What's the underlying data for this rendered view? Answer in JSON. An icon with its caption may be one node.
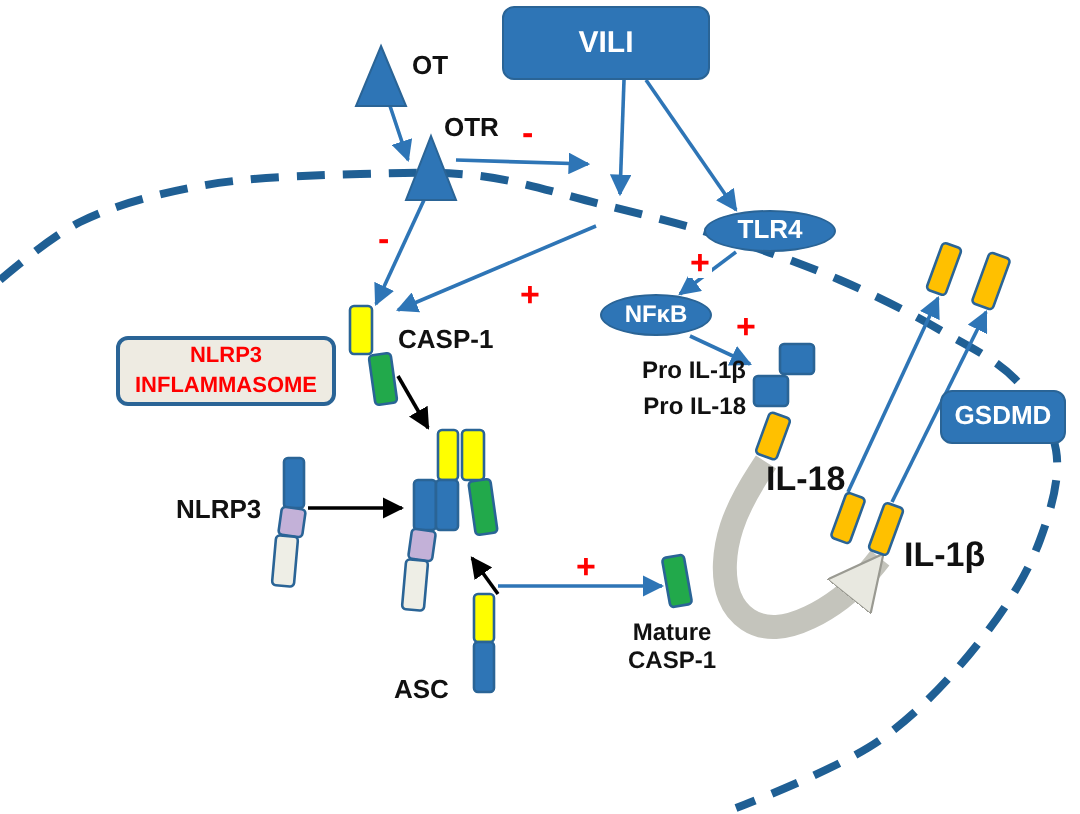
{
  "diagram": {
    "nodes": [
      {
        "text": [
          "VILI"
        ]
      },
      {
        "text": [],
        "shape": "triangle",
        "beside": [
          "OT"
        ]
      },
      {
        "text": [],
        "shape": "triangle",
        "beside": [
          "OTR"
        ]
      },
      {
        "text": [
          "TLR4"
        ]
      },
      {
        "text": [
          "NFκB"
        ]
      },
      {
        "text": [],
        "shape": "bar",
        "beside": [
          "CASP-1"
        ]
      },
      {
        "text": [
          "NLRP3 INFLAMMASOME"
        ]
      },
      {
        "text": [],
        "shape": "bar",
        "beside": [
          "NLRP3"
        ]
      },
      {
        "text": [],
        "shape": "bar"
      },
      {
        "text": [],
        "shape": "bar",
        "beside": [
          "ASC"
        ]
      },
      {
        "text": [],
        "shape": "bar",
        "beside": [
          "Mature CASP-1"
        ]
      },
      {
        "text": [],
        "shape": "box",
        "beside": [
          "Pro IL-1β",
          "Pro IL-18"
        ]
      },
      {
        "text": [],
        "shape": "bar",
        "beside": [
          "IL-18"
        ]
      },
      {
        "text": [],
        "shape": "bar",
        "beside": [
          "IL-1β"
        ]
      },
      {
        "text": [],
        "shape": "bar"
      },
      {
        "text": [],
        "shape": "bar"
      },
      {
        "text": [
          "GSDMD"
        ]
      }
    ],
    "edges": [
      {
        "from": 1,
        "to": 2,
        "arrow": "to"
      },
      {
        "from": 2,
        "to": null,
        "arrow": "to",
        "label": "-"
      },
      {
        "from": 0,
        "to": null,
        "arrow": "to"
      },
      {
        "from": null,
        "to": 5,
        "arrow": "to",
        "label": "+"
      },
      {
        "from": 2,
        "to": 5,
        "arrow": "to",
        "label": "-"
      },
      {
        "from": 0,
        "to": 3,
        "arrow": "to"
      },
      {
        "from": 3,
        "to": 4,
        "arrow": "to",
        "label": "+"
      },
      {
        "from": 4,
        "to": 11,
        "arrow": "to",
        "label": "+"
      },
      {
        "from": 5,
        "to": 8,
        "arrow": "to",
        "color": "#000000"
      },
      {
        "from": 7,
        "to": 8,
        "arrow": "to",
        "color": "#000000"
      },
      {
        "from": 9,
        "to": 8,
        "arrow": "to",
        "color": "#000000"
      },
      {
        "from": 8,
        "to": 10,
        "arrow": "to",
        "label": "+"
      },
      {
        "from": 11,
        "to": 13,
        "arrow": "to",
        "style": "thick",
        "color": "#c4c4bc"
      },
      {
        "from": 12,
        "to": 14,
        "arrow": "to"
      },
      {
        "from": 13,
        "to": 15,
        "arrow": "to"
      }
    ]
  }
}
